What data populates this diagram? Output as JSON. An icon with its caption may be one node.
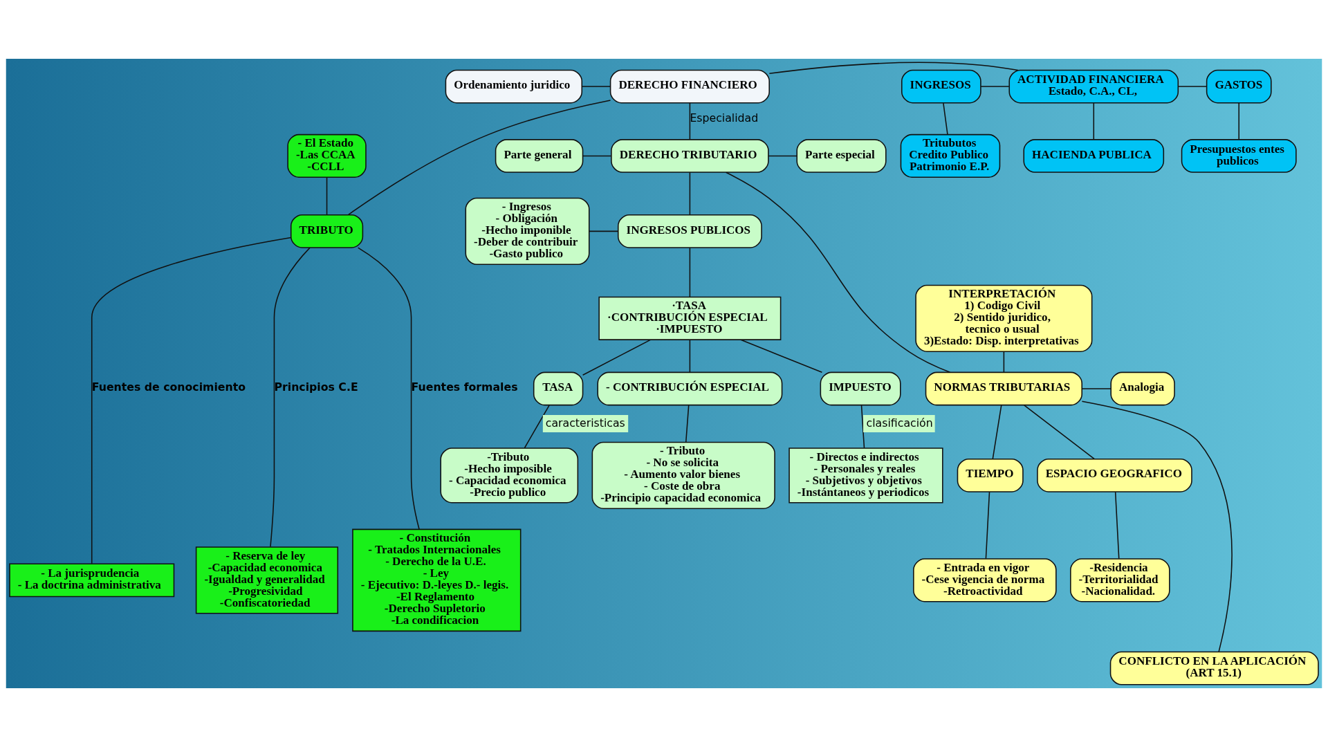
{
  "diagram": {
    "nodes": [
      {
        "text": [
          "Ordenamiento juridico"
        ]
      },
      {
        "text": [
          "DERECHO FINANCIERO"
        ]
      },
      {
        "text": [
          "ACTIVIDAD FINANCIERA",
          "Estado, C.A., CL,"
        ]
      },
      {
        "text": [
          "INGRESOS"
        ]
      },
      {
        "text": [
          "GASTOS"
        ]
      },
      {
        "text": [
          "DERECHO TRIBUTARIO"
        ]
      },
      {
        "text": [
          "Parte general"
        ]
      },
      {
        "text": [
          "Parte especial"
        ]
      },
      {
        "text": [
          "Tritubutos",
          "Credito Publico",
          "Patrimonio E.P."
        ]
      },
      {
        "text": [
          "HACIENDA PUBLICA"
        ]
      },
      {
        "text": [
          "Presupuestos entes publicos"
        ]
      },
      {
        "text": [
          "- El Estado",
          "-Las CCAA",
          "-CCLL"
        ]
      },
      {
        "text": [
          "TRIBUTO"
        ]
      },
      {
        "text": [
          "INGRESOS PUBLICOS"
        ]
      },
      {
        "text": [
          "- Ingresos",
          "- Obligación",
          "-Hecho imponible",
          "-Deber de contribuir",
          "-Gasto publico"
        ]
      },
      {
        "text": [
          "·TASA",
          "·CONTRIBUCIÓN ESPECIAL",
          "·IMPUESTO"
        ]
      },
      {
        "text": [
          "INTERPRETACIÓN",
          "1) Codigo Civil",
          "2) Sentido juridico, tecnico o usual",
          "3)Estado: Disp. interpretativas"
        ]
      },
      {
        "text": [
          "TASA"
        ]
      },
      {
        "text": [
          "- CONTRIBUCIÓN ESPECIAL"
        ]
      },
      {
        "text": [
          "IMPUESTO"
        ]
      },
      {
        "text": [
          "NORMAS TRIBUTARIAS"
        ]
      },
      {
        "text": [
          "Analogia"
        ]
      },
      {
        "text": [
          "-Tributo",
          "-Hecho imposible",
          "- Capacidad economica",
          "-Precio publico"
        ]
      },
      {
        "text": [
          "- Tributo",
          "- No se solicita",
          "- Aumento valor bienes",
          "- Coste de obra",
          "-Principio capacidad economica"
        ]
      },
      {
        "text": [
          "- Directos e indirectos",
          "- Personales y reales",
          "- Subjetivos y objetivos",
          "-Instántaneos y periodicos"
        ]
      },
      {
        "text": [
          "TIEMPO"
        ]
      },
      {
        "text": [
          "ESPACIO GEOGRAFICO"
        ]
      },
      {
        "text": [
          "- Entrada en vigor",
          "-Cese vigencia de norma",
          "-Retroactividad"
        ]
      },
      {
        "text": [
          "-Residencia",
          "-Territorialidad",
          "-Nacionalidad."
        ]
      },
      {
        "text": [
          "- La jurisprudencia",
          "- La doctrina administrativa"
        ]
      },
      {
        "text": [
          "- Reserva de ley",
          "-Capacidad economica",
          "-Igualdad y generalidad",
          "-Progresividad",
          "-Confiscatoriedad"
        ]
      },
      {
        "text": [
          "- Constitución",
          "- Tratados Internacionales",
          "- Derecho de la U.E.",
          "- Ley",
          "- Ejecutivo: D.-leyes D.- legis.",
          "-El Reglamento",
          "-Derecho Supletorio",
          "-La condificacion"
        ]
      },
      {
        "text": [
          "CONFLICTO EN LA APLICACIÓN (ART 15.1)"
        ]
      }
    ],
    "edges": [
      {
        "from": 0,
        "to": 1,
        "arrow": "none"
      },
      {
        "from": 1,
        "to": 2,
        "arrow": "none"
      },
      {
        "from": 3,
        "to": 2,
        "arrow": "none"
      },
      {
        "from": 2,
        "to": 4,
        "arrow": "none"
      },
      {
        "from": 1,
        "to": 12,
        "arrow": "none"
      },
      {
        "from": 1,
        "to": 5,
        "arrow": "none",
        "label": "Especialidad"
      },
      {
        "from": 3,
        "to": 8,
        "arrow": "none"
      },
      {
        "from": 2,
        "to": 9,
        "arrow": "none"
      },
      {
        "from": 4,
        "to": 10,
        "arrow": "none"
      },
      {
        "from": 6,
        "to": 5,
        "arrow": "none"
      },
      {
        "from": 5,
        "to": 7,
        "arrow": "none"
      },
      {
        "from": 5,
        "to": 13,
        "arrow": "none"
      },
      {
        "from": 5,
        "to": 20,
        "arrow": "none"
      },
      {
        "from": 11,
        "to": 12,
        "arrow": "none"
      },
      {
        "from": 14,
        "to": 13,
        "arrow": "none"
      },
      {
        "from": 13,
        "to": 15,
        "arrow": "none"
      },
      {
        "from": 15,
        "to": 17,
        "arrow": "none"
      },
      {
        "from": 15,
        "to": 18,
        "arrow": "none"
      },
      {
        "from": 15,
        "to": 19,
        "arrow": "none"
      },
      {
        "from": 17,
        "to": 22,
        "arrow": "none",
        "label": "caracteristicas"
      },
      {
        "from": 18,
        "to": 23,
        "arrow": "none"
      },
      {
        "from": 19,
        "to": 24,
        "arrow": "none",
        "label": "clasificación"
      },
      {
        "from": 12,
        "to": 29,
        "arrow": "none",
        "label": "Fuentes de conocimiento"
      },
      {
        "from": 12,
        "to": 30,
        "arrow": "none",
        "label": "Principios C.E"
      },
      {
        "from": 12,
        "to": 31,
        "arrow": "none",
        "label": "Fuentes formales"
      },
      {
        "from": 16,
        "to": 20,
        "arrow": "none"
      },
      {
        "from": 20,
        "to": 21,
        "arrow": "none"
      },
      {
        "from": 20,
        "to": 25,
        "arrow": "none"
      },
      {
        "from": 20,
        "to": 26,
        "arrow": "none"
      },
      {
        "from": 20,
        "to": 32,
        "arrow": "none"
      },
      {
        "from": 25,
        "to": 27,
        "arrow": "none"
      },
      {
        "from": 26,
        "to": 28,
        "arrow": "none"
      }
    ]
  }
}
